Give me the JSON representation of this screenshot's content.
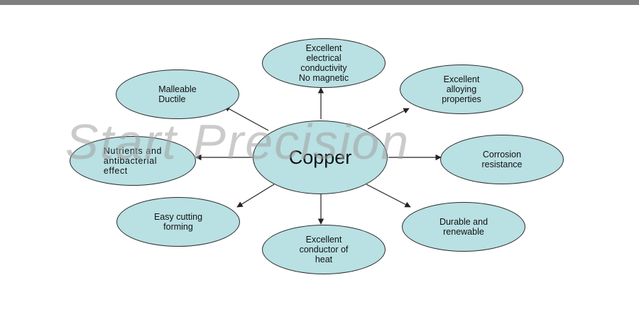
{
  "watermark": "Start Precision",
  "diagram": {
    "center": {
      "label": "Copper"
    },
    "properties": [
      {
        "id": "electrical",
        "label": "Excellent\nelectrical\nconductivity\nNo magnetic"
      },
      {
        "id": "alloying",
        "label": "Excellent\nalloying\nproperties"
      },
      {
        "id": "corrosion",
        "label": "Corrosion\nresistance"
      },
      {
        "id": "durable",
        "label": "Durable and\nrenewable"
      },
      {
        "id": "heat",
        "label": "Excellent\nconductor of\nheat"
      },
      {
        "id": "cutting",
        "label": "Easy cutting\nforming"
      },
      {
        "id": "nutrients",
        "label": "Nutrients and\nantibacterial\neffect"
      },
      {
        "id": "malleable",
        "label": "Malleable\nDuctile"
      }
    ]
  },
  "colors": {
    "node_fill": "#b9e0e3",
    "node_border": "#2b2b2b",
    "arrow": "#222222",
    "top_bar": "#7f7f7f"
  }
}
